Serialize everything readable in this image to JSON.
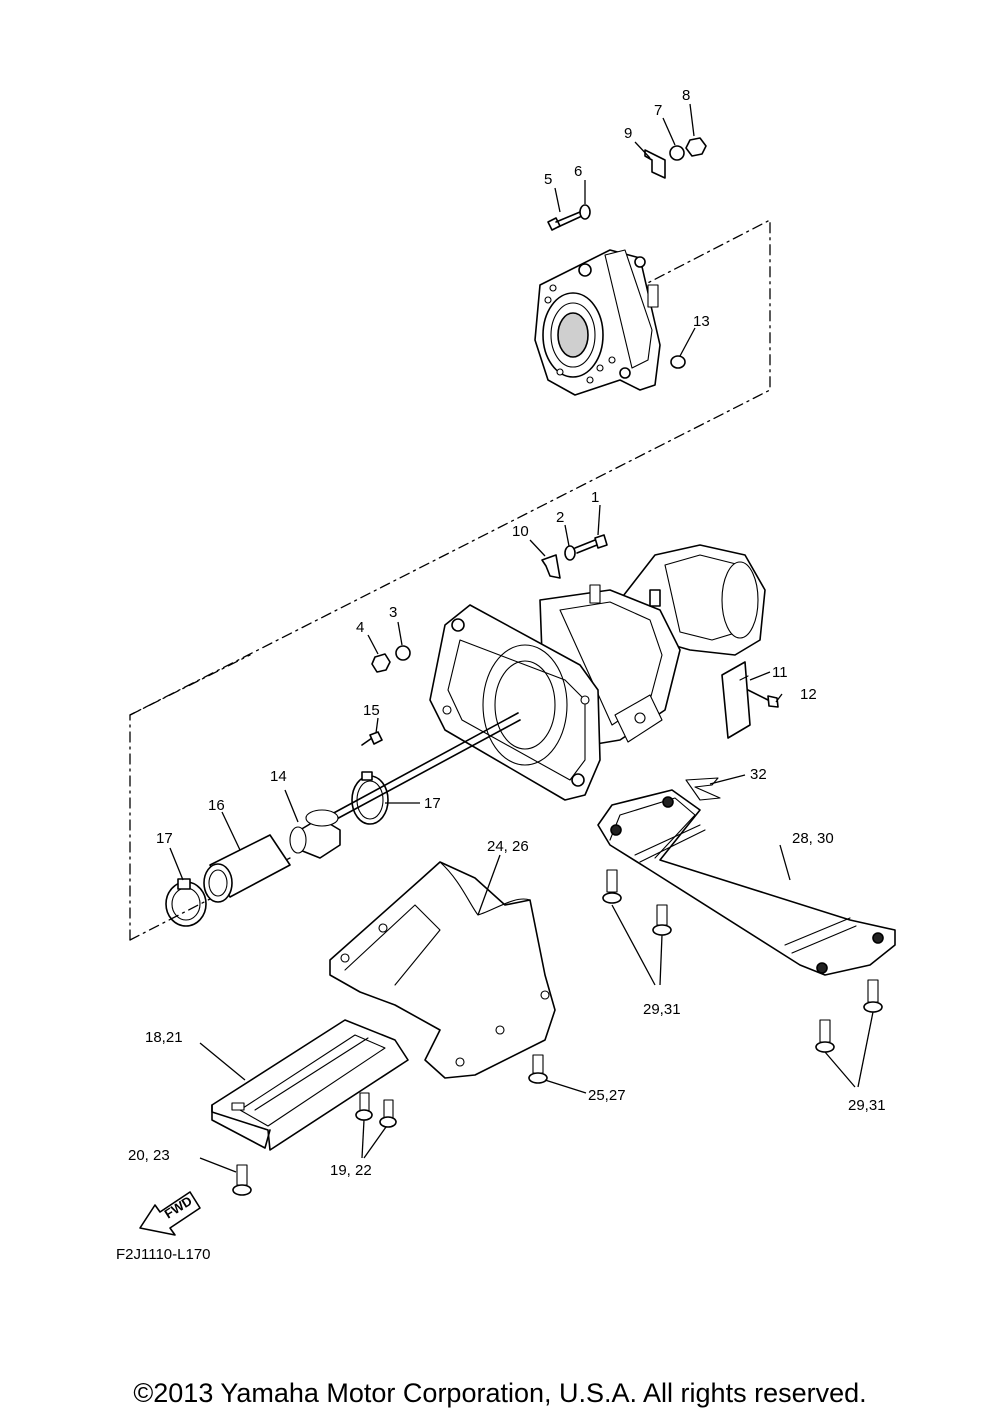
{
  "callouts": {
    "c1": "1",
    "c2": "2",
    "c3": "3",
    "c4": "4",
    "c5": "5",
    "c6": "6",
    "c7": "7",
    "c8": "8",
    "c9": "9",
    "c10": "10",
    "c11": "11",
    "c12": "12",
    "c13": "13",
    "c14": "14",
    "c15": "15",
    "c16": "16",
    "c17a": "17",
    "c17b": "17",
    "c18_21": "18,21",
    "c19_22": "19, 22",
    "c20_23": "20, 23",
    "c24_26": "24, 26",
    "c25_27": "25,27",
    "c28_30": "28, 30",
    "c29_31a": "29,31",
    "c29_31b": "29,31",
    "c32": "32"
  },
  "fwd_label": "FWD",
  "diagram_code": "F2J1110-L170",
  "copyright": "©2013 Yamaha Motor Corporation, U.S.A. All rights reserved."
}
